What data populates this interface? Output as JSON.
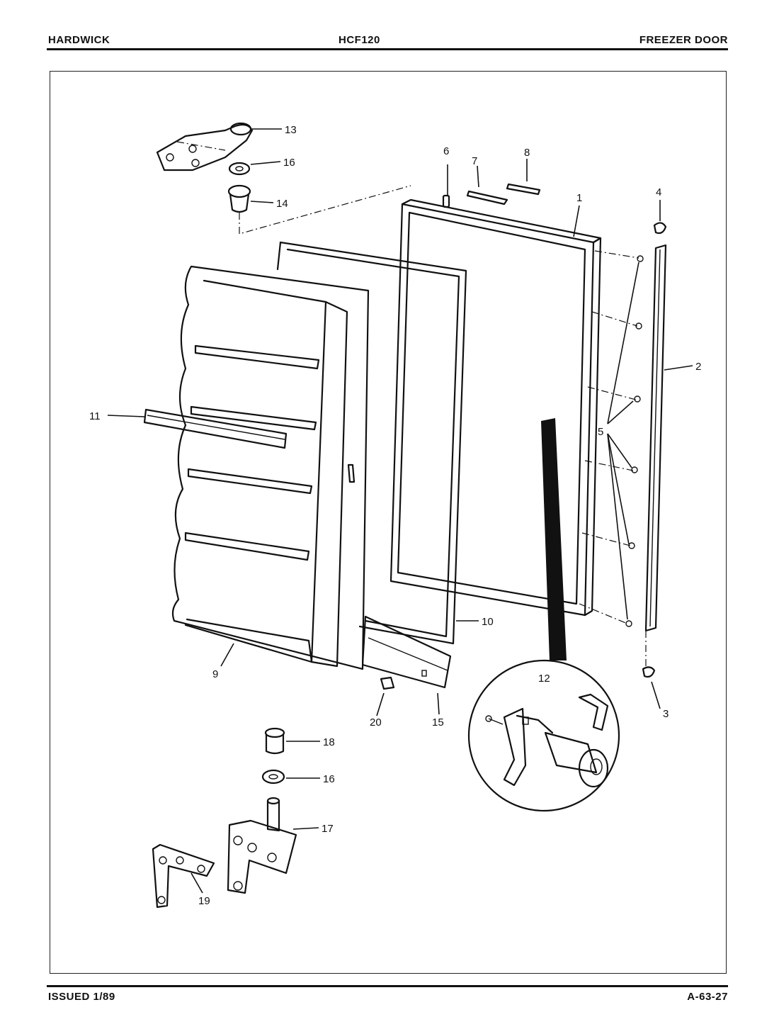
{
  "header": {
    "brand": "HARDWICK",
    "model": "HCF120",
    "section": "FREEZER DOOR"
  },
  "footer": {
    "issued": "ISSUED 1/89",
    "page_code": "A-63-27"
  },
  "callouts": {
    "c1": "1",
    "c2": "2",
    "c3": "3",
    "c4": "4",
    "c5": "5",
    "c6": "6",
    "c7": "7",
    "c8": "8",
    "c9": "9",
    "c10": "10",
    "c11": "11",
    "c12": "12",
    "c13": "13",
    "c14": "14",
    "c15": "15",
    "c16a": "16",
    "c16b": "16",
    "c17": "17",
    "c18": "18",
    "c19": "19",
    "c20": "20"
  }
}
